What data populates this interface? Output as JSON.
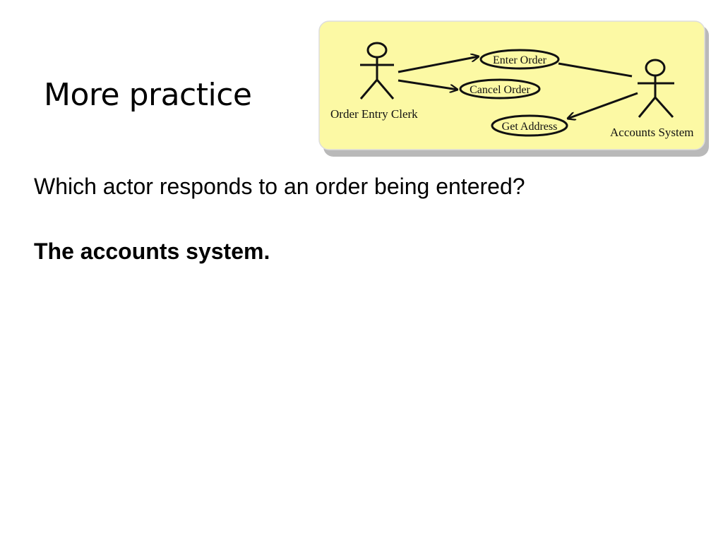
{
  "slide": {
    "title": "More practice",
    "question": "Which actor responds to an order being entered?",
    "answer": "The accounts system."
  },
  "diagram": {
    "colors": {
      "background": "#fcf9a4",
      "frame_shadow": "#b9b9b9",
      "ink": "#111111"
    },
    "actors": [
      {
        "label": "Order Entry Clerk"
      },
      {
        "label": "Accounts System"
      }
    ],
    "use_cases": [
      {
        "label": "Enter Order"
      },
      {
        "label": "Cancel Order"
      },
      {
        "label": "Get Address"
      }
    ]
  }
}
